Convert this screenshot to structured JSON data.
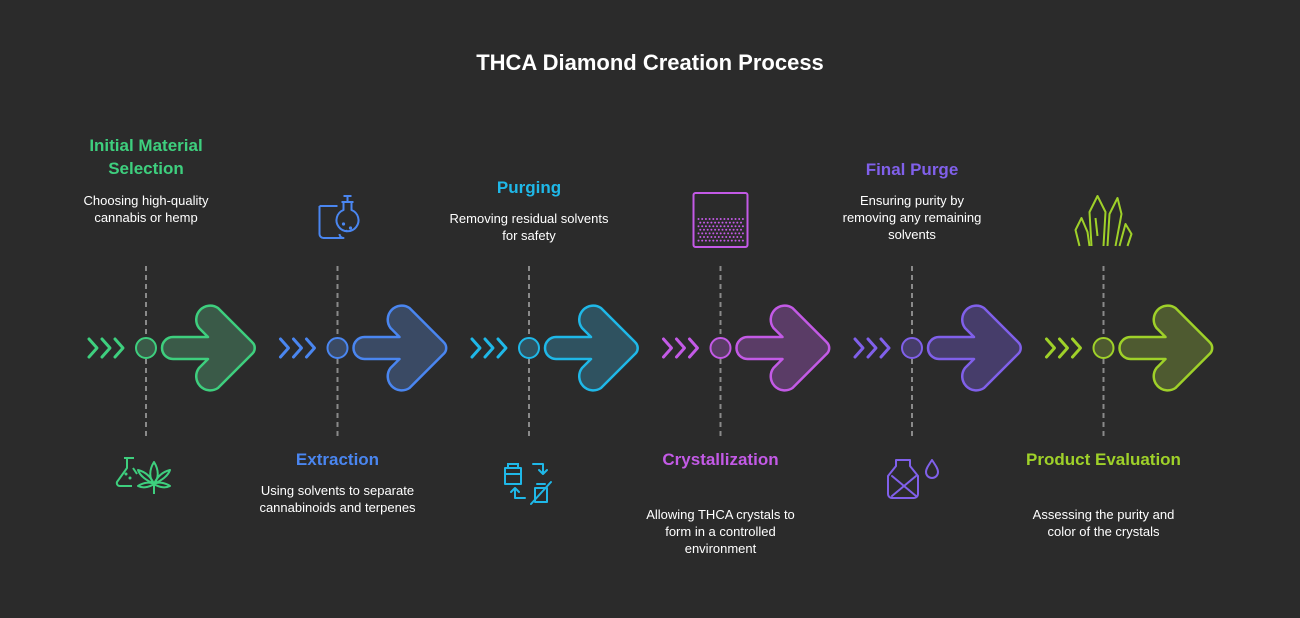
{
  "title": "THCA Diamond Creation Process",
  "colors": {
    "background": "#2b2b2b",
    "text": "#ffffff",
    "connector": "#8a8a8a"
  },
  "steps": [
    {
      "heading": "Initial Material Selection",
      "description": "Choosing high-quality cannabis or hemp",
      "color": "#3ecf7e",
      "fill": "#3a5a48",
      "icon": "flask-cannabis-leaf-icon",
      "text_position": "top"
    },
    {
      "heading": "Extraction",
      "description": "Using solvents to separate cannabinoids and terpenes",
      "color": "#4a86f0",
      "fill": "#3a4a64",
      "icon": "solvent-flask-icon",
      "text_position": "bottom"
    },
    {
      "heading": "Purging",
      "description": "Removing residual solvents for safety",
      "color": "#1fb8e8",
      "fill": "#2f5260",
      "icon": "bottle-transfer-icon",
      "text_position": "top"
    },
    {
      "heading": "Crystallization",
      "description": "Allowing THCA crystals to form in a controlled environment",
      "color": "#c35ae6",
      "fill": "#5a3c66",
      "icon": "crystal-container-icon",
      "text_position": "bottom"
    },
    {
      "heading": "Final Purge",
      "description": "Ensuring purity by removing any remaining solvents",
      "color": "#8060ea",
      "fill": "#463d6a",
      "icon": "solvent-bottle-drop-icon",
      "text_position": "top"
    },
    {
      "heading": "Product Evaluation",
      "description": "Assessing the purity and color of the crystals",
      "color": "#9fd129",
      "fill": "#4e5a30",
      "icon": "crystals-icon",
      "text_position": "bottom"
    }
  ]
}
